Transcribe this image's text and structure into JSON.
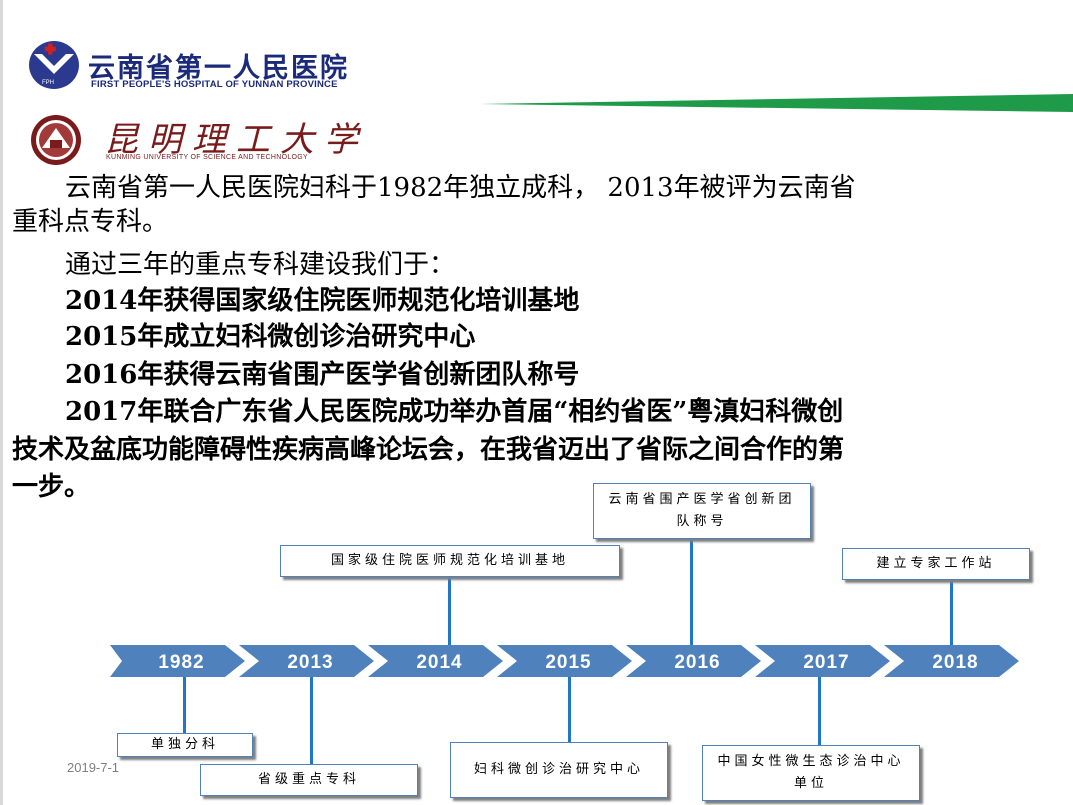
{
  "header": {
    "hospital_name_cn": "云南省第一人民医院",
    "hospital_name_en": "FIRST PEOPLE'S HOSPITAL OF YUNNAN PROVINCE",
    "hospital_logo_tag": "FPH",
    "university_name_cn": "昆明理工大学",
    "university_name_en": "KUNMING UNIVERSITY OF SCIENCE AND TECHNOLOGY"
  },
  "body": {
    "p1_line1": "云南省第一人民医院妇科于1982年独立成科，  2013年被评为云南省",
    "p1_line2": "重科点专科。",
    "p2": "通过三年的重点专科建设我们于：",
    "item_2014": "2014年获得国家级住院医师规范化培训基地",
    "item_2015": "2015年成立妇科微创诊治研究中心",
    "item_2016": "2016年获得云南省围产医学省创新团队称号",
    "item_2017_line1": "2017年联合广东省人民医院成功举办首届“相约省医”粤滇妇科微创",
    "item_2017_line2": "技术及盆底功能障碍性疾病高峰论坛会，在我省迈出了省际之间合作的第",
    "item_2017_line3": "一步。"
  },
  "timeline": {
    "years": [
      "1982",
      "2013",
      "2014",
      "2015",
      "2016",
      "2017",
      "2018"
    ],
    "arrow_color": "#4f81bd",
    "connector_color": "#1f77c8",
    "boxes": {
      "b1982": "单独分科",
      "b2013": "省级重点专科",
      "b2014": "国家级住院医师规范化培训基地",
      "b2015": "妇科微创诊治研究中心",
      "b2016": "云南省围产医学省创新团队称号",
      "b2017": "中国女性微生态诊治中心单位",
      "b2018": "建立专家工作站"
    }
  },
  "footer": {
    "date": "2019-7-1"
  }
}
